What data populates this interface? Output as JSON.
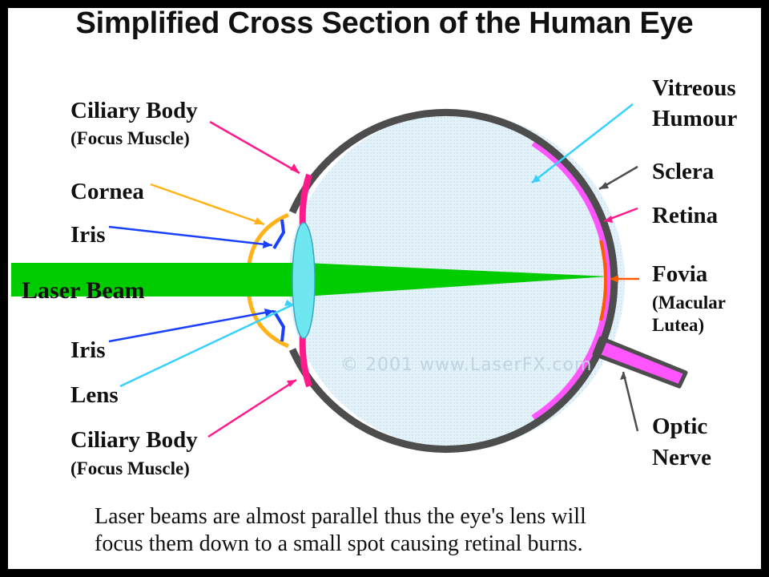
{
  "title": "Simplified Cross Section of the Human Eye",
  "labels": {
    "ciliary_top": "Ciliary Body",
    "ciliary_top_sub": "(Focus Muscle)",
    "cornea": "Cornea",
    "iris_top": "Iris",
    "laser_beam": "Laser Beam",
    "iris_bottom": "Iris",
    "lens": "Lens",
    "ciliary_bottom": "Ciliary Body",
    "ciliary_bottom_sub": "(Focus Muscle)",
    "vitreous_1": "Vitreous",
    "vitreous_2": "Humour",
    "sclera": "Sclera",
    "retina": "Retina",
    "fovia": "Fovia",
    "fovia_sub_1": "(Macular",
    "fovia_sub_2": "Lutea)",
    "optic_1": "Optic",
    "optic_2": "Nerve"
  },
  "copyright": "© 2001 www.LaserFX.com",
  "caption_line_1": "Laser beams are almost parallel thus the eye's lens will",
  "caption_line_2": "focus them down to a small spot causing retinal burns.",
  "colors": {
    "beam": "#00cc00",
    "sclera": "#4d4d4d",
    "vitreous": "#dcedf7",
    "retina": "#ff55ff",
    "ciliary": "#ff1a8c",
    "cornea": "#ffb31a",
    "iris": "#1a40ff",
    "lens": "#6ee7f0",
    "fovia": "#ff5a00"
  }
}
